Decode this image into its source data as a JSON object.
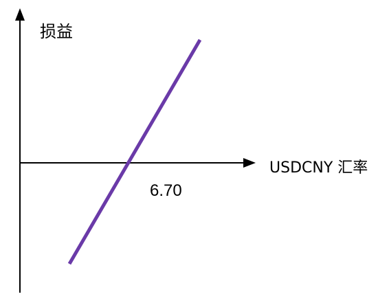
{
  "axes": {
    "y_label": "损益",
    "x_label": "USDCNY 汇率"
  },
  "marker": {
    "value_label": "6.70"
  },
  "colors": {
    "axis": "#000000",
    "payoff_line": "#6a3aa8"
  }
}
